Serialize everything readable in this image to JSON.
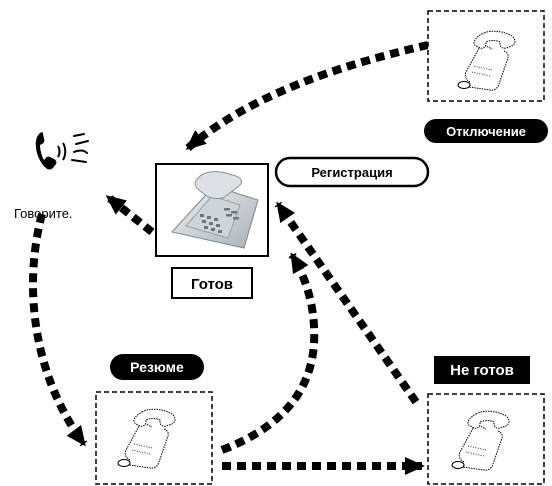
{
  "labels": {
    "disconnect": "Отключение",
    "register": "Регистрация",
    "ready": "Готов",
    "resume": "Резюме",
    "not_ready": "Не готов",
    "speak": "Говорите."
  },
  "icons": {
    "main_phone": "desk-phone-icon",
    "handset": "handset-icon",
    "speaking": "speaking-handset-icon"
  },
  "colors": {
    "ink": "#000000",
    "background": "#ffffff",
    "phone_light": "#e4e7ea",
    "phone_mid": "#b8bec4",
    "phone_dark": "#8a9198"
  }
}
